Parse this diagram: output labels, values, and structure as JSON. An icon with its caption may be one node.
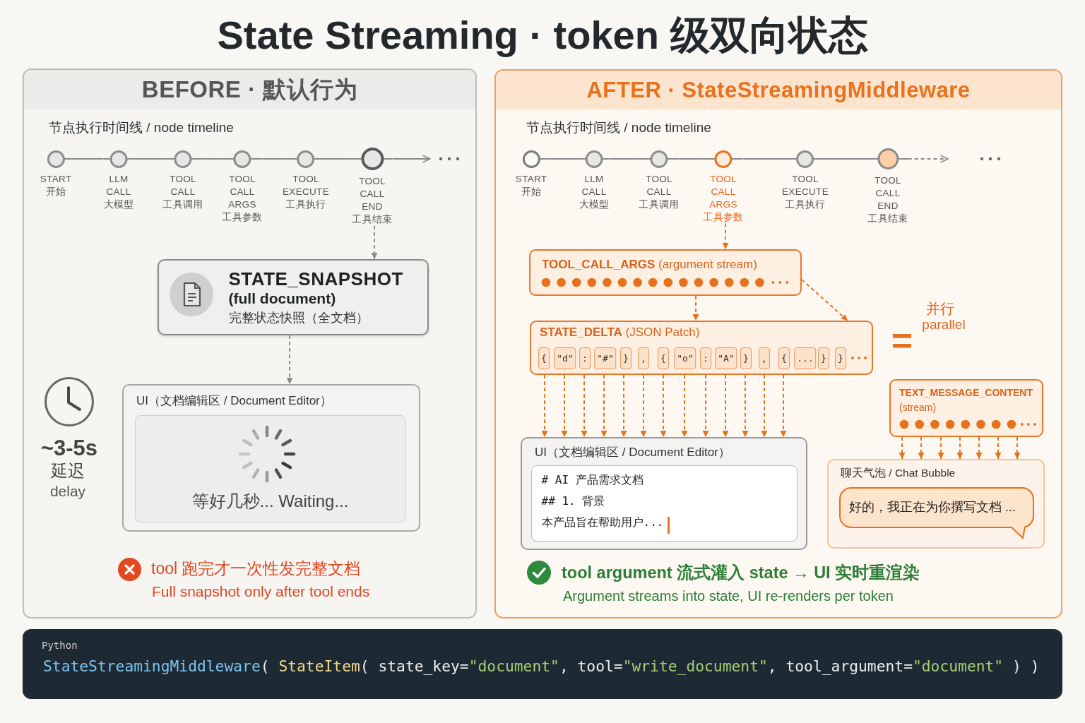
{
  "diagram": {
    "title": "State Streaming · token 级双向状态",
    "nodes": [
      {
        "text": [
          "BEFORE · 默认行为"
        ]
      },
      {
        "text": [
          "START 开始"
        ],
        "in": 0
      },
      {
        "text": [
          "LLM CALL 大模型"
        ],
        "in": 0
      },
      {
        "text": [
          "TOOL CALL 工具调用"
        ],
        "in": 0
      },
      {
        "text": [
          "TOOL CALL ARGS 工具参数"
        ],
        "in": 0
      },
      {
        "text": [
          "TOOL EXECUTE 工具执行"
        ],
        "in": 0
      },
      {
        "text": [
          "TOOL CALL END 工具结束"
        ],
        "in": 0
      },
      {
        "text": [
          "STATE_SNAPSHOT",
          "(full document)",
          "完整状态快照（全文档）"
        ],
        "in": 0
      },
      {
        "text": [
          "UI（文档编辑区 / Document Editor）"
        ],
        "in": 0
      },
      {
        "text": [
          "等好几秒... Waiting..."
        ],
        "in": 8
      },
      {
        "text": [
          "AFTER · StateStreamingMiddleware"
        ]
      },
      {
        "text": [
          "START 开始"
        ],
        "in": 10
      },
      {
        "text": [
          "LLM CALL 大模型"
        ],
        "in": 10
      },
      {
        "text": [
          "TOOL CALL 工具调用"
        ],
        "in": 10
      },
      {
        "text": [
          "TOOL CALL ARGS 工具参数"
        ],
        "in": 10
      },
      {
        "text": [
          "TOOL EXECUTE 工具执行"
        ],
        "in": 10
      },
      {
        "text": [
          "TOOL CALL END 工具结束"
        ],
        "in": 10
      },
      {
        "text": [
          "**TOOL_CALL_ARGS** (argument stream)"
        ],
        "in": 10
      },
      {
        "text": [
          "**STATE_DELTA** (JSON Patch)"
        ],
        "in": 10
      },
      {
        "text": [
          "{"
        ],
        "in": 18
      },
      {
        "text": [
          "\"d\""
        ],
        "in": 18
      },
      {
        "text": [
          ":"
        ],
        "in": 18
      },
      {
        "text": [
          "\"#\""
        ],
        "in": 18
      },
      {
        "text": [
          "}"
        ],
        "in": 18
      },
      {
        "text": [
          ","
        ],
        "in": 18
      },
      {
        "text": [
          "{"
        ],
        "in": 18
      },
      {
        "text": [
          "\"o\""
        ],
        "in": 18
      },
      {
        "text": [
          ":"
        ],
        "in": 18
      },
      {
        "text": [
          "\"A\""
        ],
        "in": 18
      },
      {
        "text": [
          "}"
        ],
        "in": 18
      },
      {
        "text": [
          ","
        ],
        "in": 18
      },
      {
        "text": [
          "{"
        ],
        "in": 18
      },
      {
        "text": [
          "..."
        ],
        "in": 18
      },
      {
        "text": [
          "}"
        ],
        "in": 18
      },
      {
        "text": [
          "}"
        ],
        "in": 18
      },
      {
        "text": [
          "**TEXT_MESSAGE_CONTENT** (stream)"
        ],
        "in": 10
      },
      {
        "text": [
          "UI（文档编辑区 / Document Editor）"
        ],
        "in": 10
      },
      {
        "text": [
          "# AI 产品需求文档",
          "## 1. 背景",
          "本产品旨在帮助用户..."
        ],
        "in": 36
      },
      {
        "text": [
          "聊天气泡 / Chat Bubble"
        ],
        "in": 10
      },
      {
        "text": [
          "好的，我正在为你撰写文档 ..."
        ],
        "in": 38
      },
      {
        "text": [
          "Python",
          "StateStreamingMiddleware( StateItem( state_key=\"document\", tool=\"write_document\", tool_argument=\"document\" ) )"
        ]
      }
    ],
    "edges": [
      {
        "from": 1,
        "to": 2,
        "arrow": "none",
        "color": "#8a8a8a"
      },
      {
        "from": 2,
        "to": 3,
        "arrow": "none",
        "color": "#8a8a8a"
      },
      {
        "from": 3,
        "to": 4,
        "arrow": "none",
        "color": "#8a8a8a"
      },
      {
        "from": 4,
        "to": 5,
        "arrow": "none",
        "color": "#8a8a8a"
      },
      {
        "from": 5,
        "to": 6,
        "arrow": "none",
        "color": "#8a8a8a"
      },
      {
        "from": 6,
        "to": null,
        "arrow": "to",
        "color": "#8a8a8a"
      },
      {
        "from": 6,
        "to": 7,
        "arrow": "to",
        "style": "dashed",
        "color": "#8a8a8a"
      },
      {
        "from": 7,
        "to": 8,
        "arrow": "to",
        "style": "dashed",
        "color": "#8a8a8a"
      },
      {
        "from": 11,
        "to": 12,
        "arrow": "none",
        "color": "#8a8a8a"
      },
      {
        "from": 12,
        "to": 13,
        "arrow": "none",
        "color": "#8a8a8a"
      },
      {
        "from": 13,
        "to": 14,
        "arrow": "none",
        "color": "#8a8a8a"
      },
      {
        "from": 14,
        "to": 15,
        "arrow": "none",
        "color": "#8a8a8a"
      },
      {
        "from": 15,
        "to": 16,
        "arrow": "none",
        "color": "#8a8a8a"
      },
      {
        "from": 16,
        "to": null,
        "arrow": "to",
        "style": "dashed",
        "color": "#8a8a8a"
      },
      {
        "from": 14,
        "to": 17,
        "arrow": "to",
        "style": "dashed"
      },
      {
        "from": 17,
        "to": 18,
        "arrow": "to",
        "style": "dashed"
      },
      {
        "from": 17,
        "to": 18,
        "arrow": "to",
        "style": "dashed"
      },
      {
        "from": 18,
        "to": 36,
        "arrow": "to",
        "style": "dashed"
      },
      {
        "from": 18,
        "to": 36,
        "arrow": "to",
        "style": "dashed"
      },
      {
        "from": 18,
        "to": 36,
        "arrow": "to",
        "style": "dashed"
      },
      {
        "from": 18,
        "to": 36,
        "arrow": "to",
        "style": "dashed"
      },
      {
        "from": 18,
        "to": 36,
        "arrow": "to",
        "style": "dashed"
      },
      {
        "from": 18,
        "to": 36,
        "arrow": "to",
        "style": "dashed"
      },
      {
        "from": 18,
        "to": 36,
        "arrow": "to",
        "style": "dashed"
      },
      {
        "from": 18,
        "to": 36,
        "arrow": "to",
        "style": "dashed"
      },
      {
        "from": 18,
        "to": 36,
        "arrow": "to",
        "style": "dashed"
      },
      {
        "from": 18,
        "to": 36,
        "arrow": "to",
        "style": "dashed"
      },
      {
        "from": 18,
        "to": 36,
        "arrow": "to",
        "style": "dashed"
      },
      {
        "from": 18,
        "to": 36,
        "arrow": "to",
        "style": "dashed"
      },
      {
        "from": 18,
        "to": 36,
        "arrow": "to",
        "style": "dashed"
      },
      {
        "from": 35,
        "to": 38,
        "arrow": "to",
        "style": "dashed"
      },
      {
        "from": 35,
        "to": 38,
        "arrow": "to",
        "style": "dashed"
      },
      {
        "from": 35,
        "to": 38,
        "arrow": "to",
        "style": "dashed"
      },
      {
        "from": 35,
        "to": 38,
        "arrow": "to",
        "style": "dashed"
      },
      {
        "from": 35,
        "to": 38,
        "arrow": "to",
        "style": "dashed"
      },
      {
        "from": 35,
        "to": 38,
        "arrow": "to",
        "style": "dashed"
      },
      {
        "from": 35,
        "to": 38,
        "arrow": "to",
        "style": "dashed"
      }
    ],
    "labels": [
      "节点执行时间线 / node timeline",
      "~3-5s",
      "延迟",
      "delay",
      "tool 跑完才一次性发完整文档",
      "Full snapshot only after tool ends",
      "节点执行时间线 / node timeline",
      "并行",
      "parallel",
      "=",
      "tool argument 流式灌入 state → UI 实时重渲染",
      "Argument streams into state, UI re-renders per token"
    ]
  }
}
